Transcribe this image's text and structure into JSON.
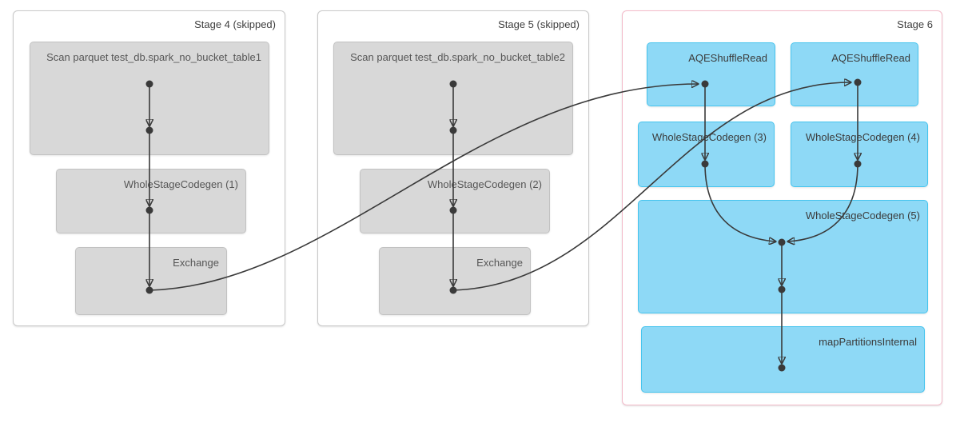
{
  "diagram": {
    "type": "spark-sql-dag-visualization",
    "stages": [
      {
        "title": "Stage 4 (skipped)",
        "status": "skipped",
        "nodes": [
          {
            "label": "Scan parquet test_db.spark_no_bucket_table1"
          },
          {
            "label": "WholeStageCodegen (1)"
          },
          {
            "label": "Exchange"
          }
        ]
      },
      {
        "title": "Stage 5 (skipped)",
        "status": "skipped",
        "nodes": [
          {
            "label": "Scan parquet test_db.spark_no_bucket_table2"
          },
          {
            "label": "WholeStageCodegen (2)"
          },
          {
            "label": "Exchange"
          }
        ]
      },
      {
        "title": "Stage 6",
        "status": "active",
        "nodes": [
          {
            "label": "AQEShuffleRead"
          },
          {
            "label": "AQEShuffleRead"
          },
          {
            "label": "WholeStageCodegen (3)"
          },
          {
            "label": "WholeStageCodegen (4)"
          },
          {
            "label": "WholeStageCodegen (5)"
          },
          {
            "label": "mapPartitionsInternal"
          }
        ]
      }
    ],
    "edges": [
      {
        "from": "stage4/scan-parquet-table1",
        "to": "stage4/wholestagecodegen-1"
      },
      {
        "from": "stage4/wholestagecodegen-1",
        "to": "stage4/exchange"
      },
      {
        "from": "stage4/exchange",
        "to": "stage6/aqeshuffleread-left"
      },
      {
        "from": "stage5/scan-parquet-table2",
        "to": "stage5/wholestagecodegen-2"
      },
      {
        "from": "stage5/wholestagecodegen-2",
        "to": "stage5/exchange"
      },
      {
        "from": "stage5/exchange",
        "to": "stage6/aqeshuffleread-right"
      },
      {
        "from": "stage6/aqeshuffleread-left",
        "to": "stage6/wholestagecodegen-3"
      },
      {
        "from": "stage6/aqeshuffleread-right",
        "to": "stage6/wholestagecodegen-4"
      },
      {
        "from": "stage6/wholestagecodegen-3",
        "to": "stage6/wholestagecodegen-5"
      },
      {
        "from": "stage6/wholestagecodegen-4",
        "to": "stage6/wholestagecodegen-5"
      },
      {
        "from": "stage6/wholestagecodegen-5",
        "to": "stage6/mappartitionsinternal"
      }
    ],
    "colors": {
      "background": "#ffffff",
      "skipped_panel_border": "#c9c9c9",
      "skipped_node_fill": "#d8d8d8",
      "skipped_node_border": "#c2c2c2",
      "skipped_text": "#565656",
      "active_panel_border": "#f3bac9",
      "active_node_fill": "#8ed9f6",
      "active_node_border": "#45c4ee",
      "active_text": "#3b3b3b",
      "stage_title_text": "#3d3d3d",
      "edge": "#3a3a3a"
    }
  }
}
